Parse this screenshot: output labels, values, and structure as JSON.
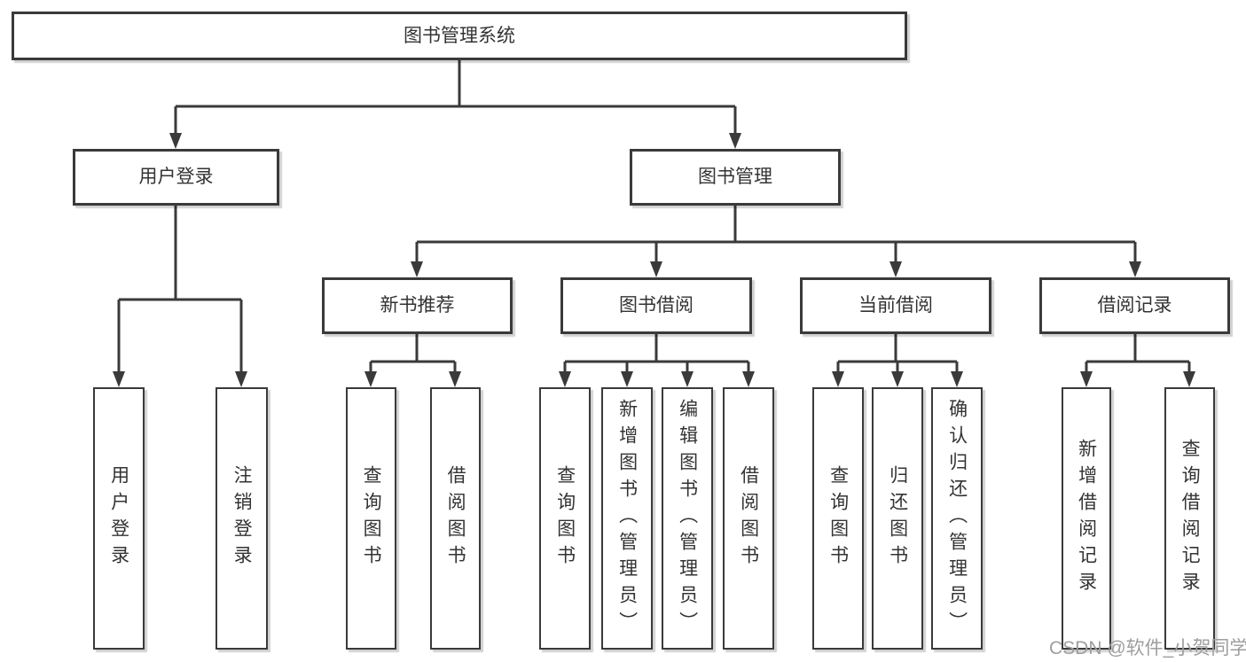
{
  "colors": {
    "line": "#3a3a3a",
    "text": "#333333",
    "background": "#ffffff",
    "watermark": "#9e9e9e"
  },
  "watermark": "CSDN @软件_小贺同学",
  "diagram": {
    "root": {
      "label": "图书管理系统"
    },
    "branches": [
      {
        "label": "用户登录",
        "children": [
          {
            "label": "用户登录"
          },
          {
            "label": "注销登录"
          }
        ]
      },
      {
        "label": "图书管理",
        "children": [
          {
            "label": "新书推荐",
            "children": [
              {
                "label": "查询图书"
              },
              {
                "label": "借阅图书"
              }
            ]
          },
          {
            "label": "图书借阅",
            "children": [
              {
                "label": "查询图书"
              },
              {
                "label": "新增图书（管理员）"
              },
              {
                "label": "编辑图书（管理员）"
              },
              {
                "label": "借阅图书"
              }
            ]
          },
          {
            "label": "当前借阅",
            "children": [
              {
                "label": "查询图书"
              },
              {
                "label": "归还图书"
              },
              {
                "label": "确认归还（管理员）"
              }
            ]
          },
          {
            "label": "借阅记录",
            "children": [
              {
                "label": "新增借阅记录"
              },
              {
                "label": "查询借阅记录"
              }
            ]
          }
        ]
      }
    ]
  }
}
